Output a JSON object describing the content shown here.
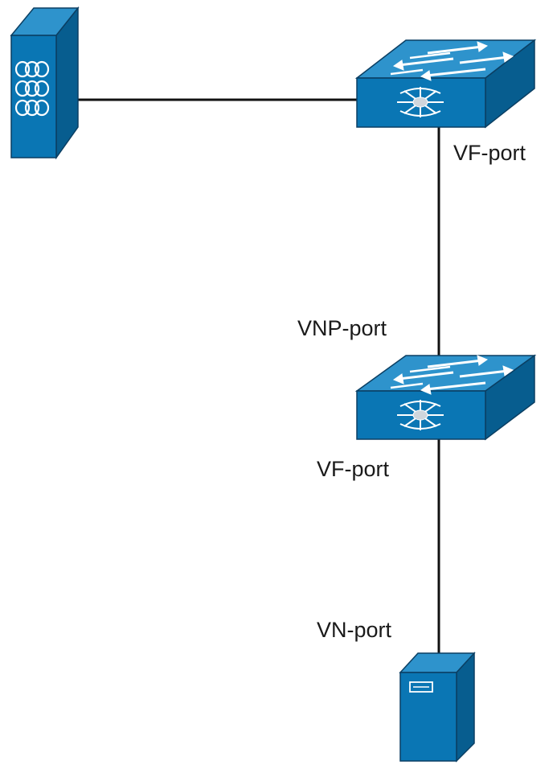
{
  "labels": {
    "top_switch_downlink": "VF-port",
    "middle_switch_uplink": "VNP-port",
    "middle_switch_downlink": "VF-port",
    "server_port": "VN-port"
  },
  "colors": {
    "device_front": "#0a76b4",
    "device_top": "#2e93cc",
    "device_side": "#075d8f",
    "device_outline": "#0b3f63",
    "link": "#111111",
    "icon": "#ffffff",
    "hub": "#cfd6dc"
  },
  "icons": {
    "storage": "storage-array-icon",
    "top_switch": "fabric-switch-icon",
    "middle_switch": "npv-switch-icon",
    "server": "server-icon"
  }
}
